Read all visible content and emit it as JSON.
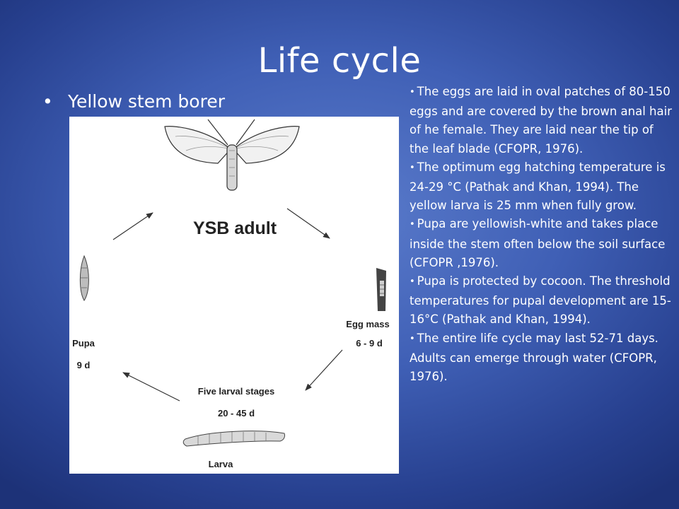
{
  "slide": {
    "title": "Life cycle",
    "bullet": "Yellow stem borer"
  },
  "diagram": {
    "center_label": "YSB adult",
    "egg_label": "Egg mass",
    "egg_duration": "6 - 9 d",
    "pupa_label": "Pupa",
    "pupa_duration": "9 d",
    "larval_label": "Five larval stages",
    "larval_duration": "20 - 45 d",
    "larva_label": "Larva"
  },
  "notes": [
    "The eggs are laid in oval patches of 80-150 eggs and are covered by the brown anal hair of he female. They are laid near the tip of the leaf blade (CFOPR, 1976).",
    "The optimum egg hatching temperature is 24-29 °C (Pathak and Khan, 1994). The yellow larva is 25 mm when fully grow.",
    "Pupa are yellowish-white and takes place inside the stem often below the soil surface (CFOPR ,1976).",
    "Pupa is protected by cocoon. The threshold temperatures for pupal development are 15-16°C (Pathak and Khan, 1994).",
    "The entire life cycle may last 52-71 days. Adults can emerge through water (CFOPR, 1976)."
  ],
  "colors": {
    "background_center": "#5b7ccc",
    "background_edge": "#1d3278",
    "text": "#ffffff"
  }
}
